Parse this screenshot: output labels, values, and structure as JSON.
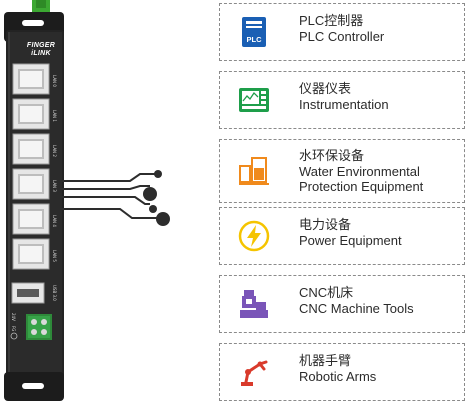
{
  "device": {
    "brand_line1": "FINGER",
    "brand_line2": "iLINK",
    "ports": [
      "LAN 0",
      "LAN 1",
      "LAN 2",
      "LAN 3",
      "LAN 4",
      "LAN 5"
    ],
    "usb_label": "USB 3.0",
    "power_labels": [
      "24V",
      "FG"
    ]
  },
  "applications": [
    {
      "icon": "plc-icon",
      "color": "#1a5fb4",
      "label_cn": "PLC控制器",
      "label_en": [
        "PLC Controller"
      ]
    },
    {
      "icon": "instrument-icon",
      "color": "#1e9e4a",
      "label_cn": "仪器仪表",
      "label_en": [
        "Instrumentation"
      ]
    },
    {
      "icon": "water-treatment-icon",
      "color": "#f08a1c",
      "label_cn": "水环保设备",
      "label_en": [
        "Water Environmental",
        "Protection Equipment"
      ]
    },
    {
      "icon": "lightning-icon",
      "color": "#f5c400",
      "label_cn": "电力设备",
      "label_en": [
        "Power Equipment"
      ]
    },
    {
      "icon": "cnc-machine-icon",
      "color": "#7a55b8",
      "label_cn": "CNC机床",
      "label_en": [
        "CNC Machine Tools"
      ]
    },
    {
      "icon": "robotic-arm-icon",
      "color": "#d93a2b",
      "label_cn": "机器手臂",
      "label_en": [
        "Robotic Arms"
      ]
    }
  ]
}
